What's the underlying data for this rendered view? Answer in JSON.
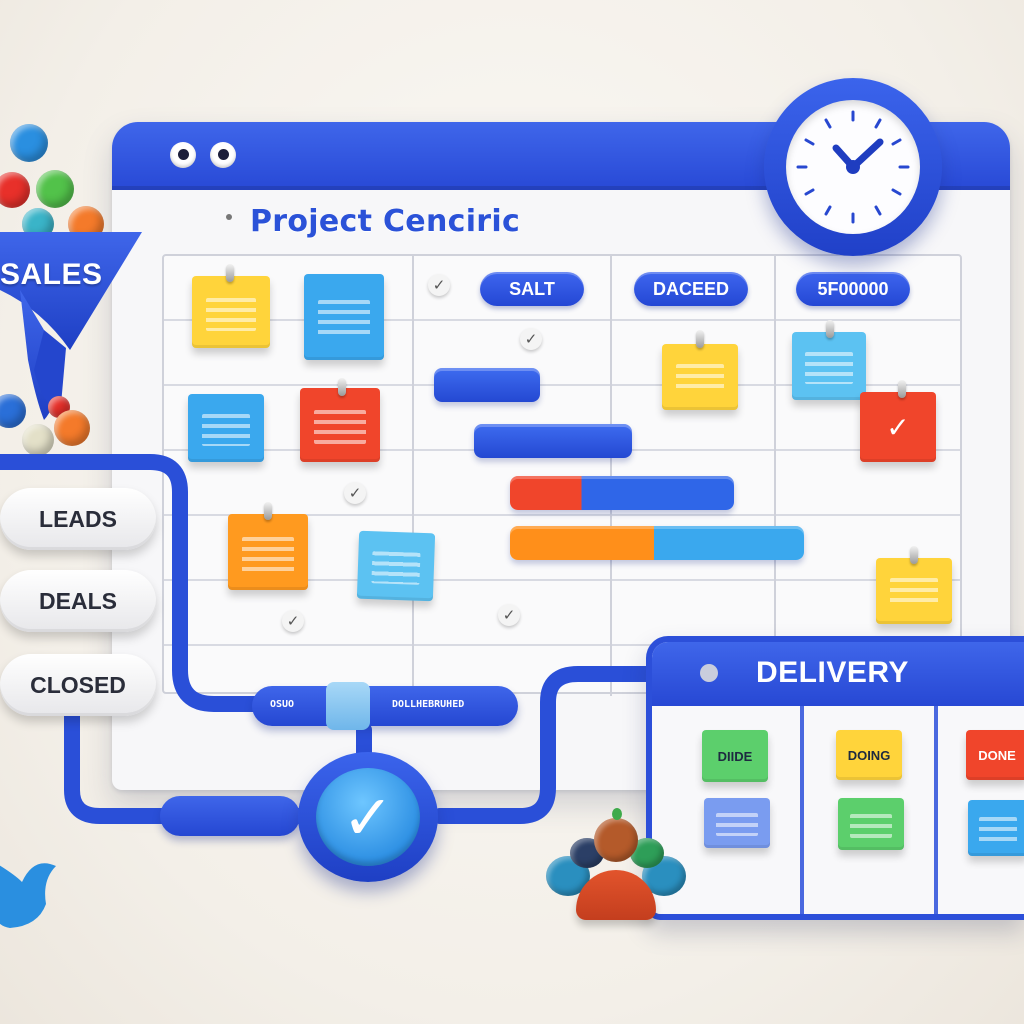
{
  "main_window": {
    "title": "Project Cenciric",
    "columns": [
      {
        "label": "SALT"
      },
      {
        "label": "DACEED"
      },
      {
        "label": "5F00000"
      }
    ]
  },
  "funnel": {
    "label": "SALES",
    "stages": [
      "LEADS",
      "DEALS",
      "CLOSED"
    ]
  },
  "connector": {
    "small_label": "OSUO",
    "label": "DOLLHEBRUHED"
  },
  "delivery": {
    "title": "DELIVERY",
    "columns": [
      {
        "label": "DIIDE"
      },
      {
        "label": "DOING"
      },
      {
        "label": "DONE"
      }
    ]
  },
  "colors": {
    "brand_blue": "#2849d6",
    "sky_blue": "#3aa8ee",
    "yellow": "#ffd43b",
    "red": "#f0452b",
    "orange": "#ff9a1f",
    "green": "#5ccf6c"
  },
  "icons": {
    "clock": "clock-icon",
    "check": "checkmark-icon",
    "funnel": "funnel-icon",
    "people": "team-icon"
  }
}
